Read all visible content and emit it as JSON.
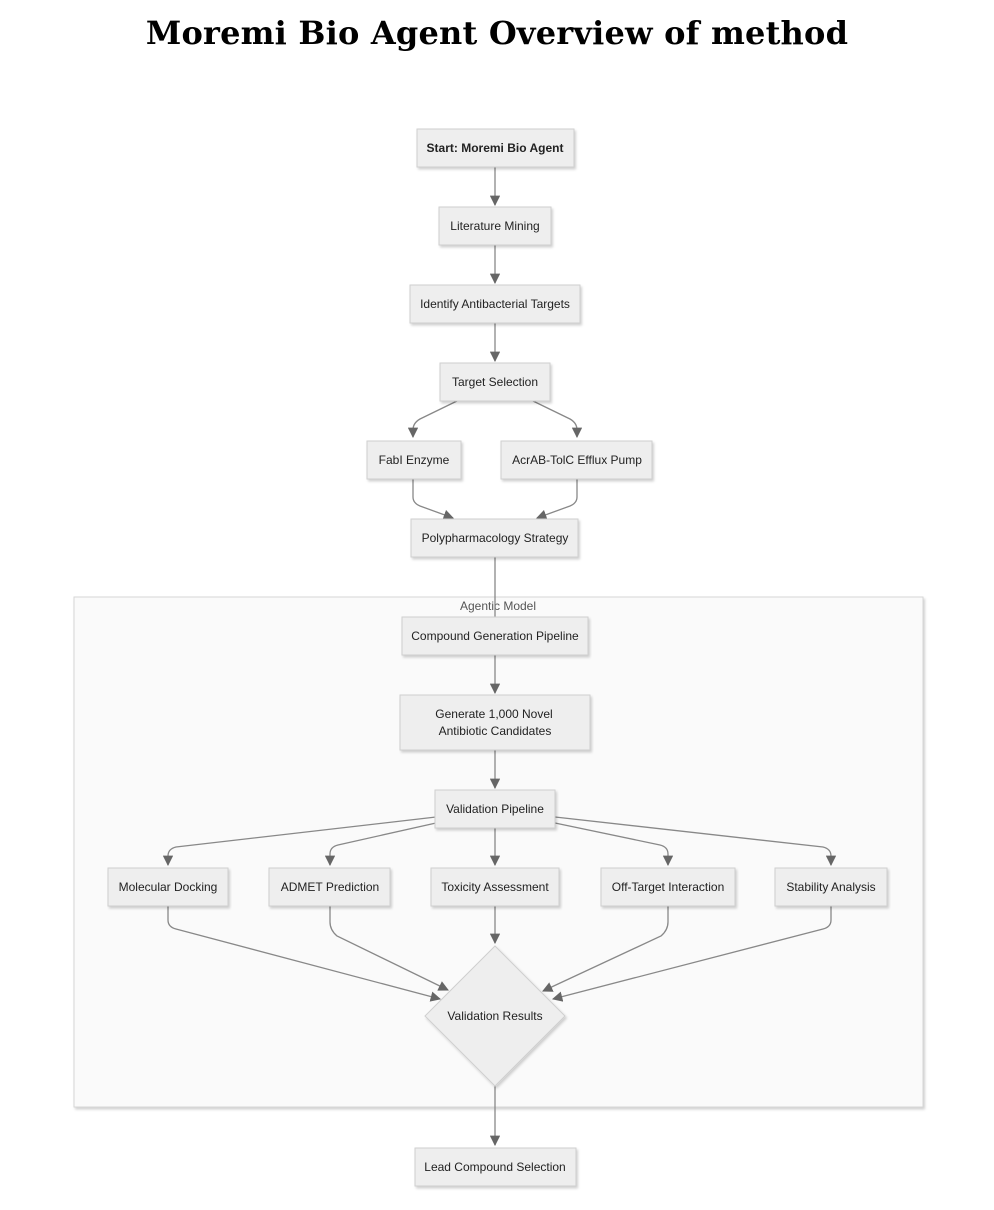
{
  "title": "Moremi Bio Agent Overview of method",
  "cluster": {
    "label": "Agentic Model"
  },
  "nodes": {
    "start": "Start: Moremi Bio Agent",
    "literature": "Literature Mining",
    "identify": "Identify Antibacterial Targets",
    "target_selection": "Target Selection",
    "fabi": "FabI Enzyme",
    "acrab": "AcrAB-TolC Efflux Pump",
    "polypharm": "Polypharmacology Strategy",
    "compound_gen": "Compound Generation Pipeline",
    "generate_line1": "Generate 1,000 Novel",
    "generate_line2": "Antibiotic Candidates",
    "validation_pipeline": "Validation Pipeline",
    "docking": "Molecular Docking",
    "admet": "ADMET Prediction",
    "toxicity": "Toxicity Assessment",
    "offtarget": "Off-Target Interaction",
    "stability": "Stability Analysis",
    "validation_results": "Validation Results",
    "lead": "Lead Compound Selection"
  },
  "colors": {
    "node_fill": "#eeeeee",
    "node_border": "#cfcfcf",
    "edge": "#888888",
    "arrow": "#666666",
    "cluster_fill": "#fafafa"
  }
}
